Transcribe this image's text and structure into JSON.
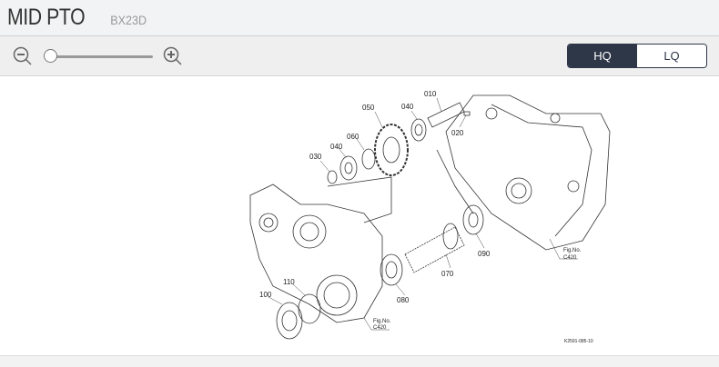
{
  "header": {
    "title": "MID PTO",
    "model": "BX23D"
  },
  "toolbar": {
    "zoom_out_icon": "zoom-out-icon",
    "zoom_in_icon": "zoom-in-icon",
    "zoom_level": 0,
    "hq_label": "HQ",
    "lq_label": "LQ",
    "selected": "HQ"
  },
  "diagram": {
    "labels": [
      "010",
      "020",
      "040",
      "050",
      "060",
      "040",
      "030",
      "090",
      "070",
      "080",
      "110",
      "100"
    ],
    "fig_ref_1": {
      "line1": "Fig.No.",
      "line2": "C420"
    },
    "fig_ref_2": {
      "line1": "Fig.No.",
      "line2": "C420"
    },
    "code": "K2591-085-10"
  }
}
